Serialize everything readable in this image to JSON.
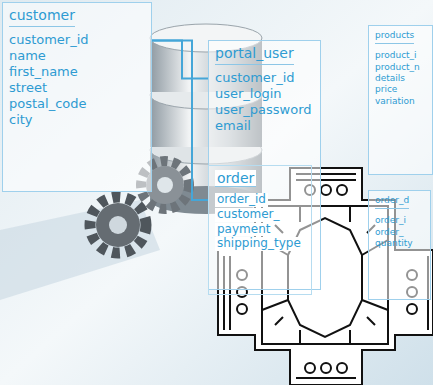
{
  "diagram": {
    "nodes": [
      {
        "text": [
          "customer",
          "customer_id",
          "name",
          "first_name",
          "street",
          "postal_code",
          "city"
        ]
      },
      {
        "text": [
          "portal_user",
          "customer_id",
          "user_login",
          "user_password",
          "email"
        ]
      },
      {
        "text": [
          "products",
          "product_i",
          "product_n",
          "details",
          "price",
          "variation"
        ]
      },
      {
        "text": [
          "order",
          "order_id",
          "customer_",
          "payment",
          "shipping_type"
        ]
      },
      {
        "text": [
          "order_d",
          "order_i",
          "order_",
          "quantity"
        ]
      }
    ],
    "edges": [
      {
        "from": 0,
        "to": 1,
        "arrow": "none"
      },
      {
        "from": 0,
        "to": 3,
        "arrow": "none"
      }
    ]
  }
}
